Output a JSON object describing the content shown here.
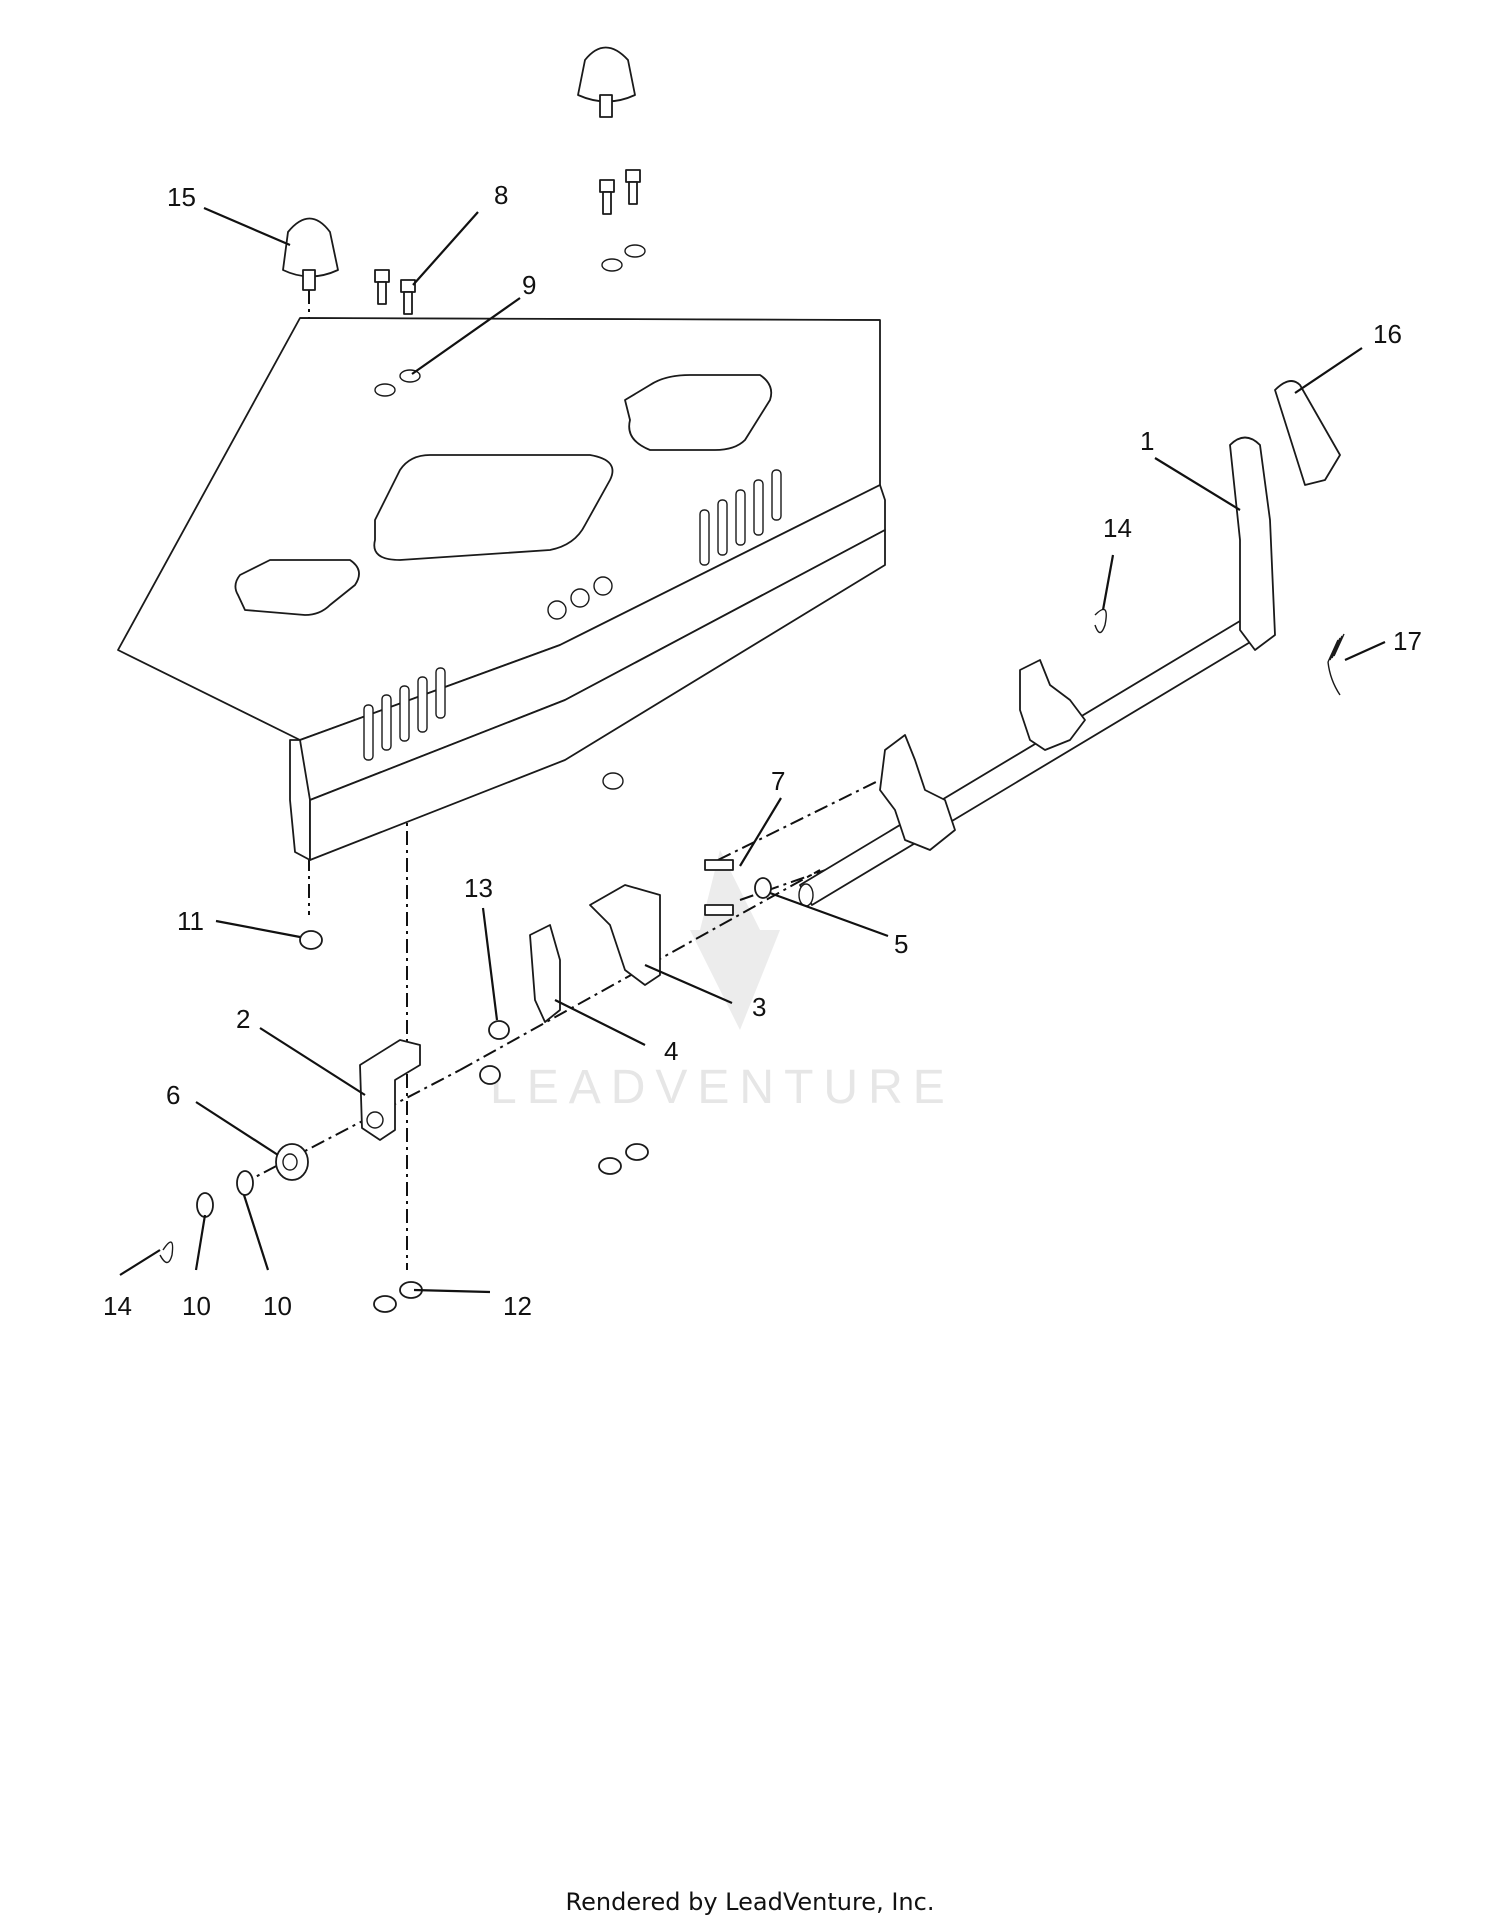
{
  "callouts": [
    {
      "id": "c1",
      "label": "1"
    },
    {
      "id": "c2",
      "label": "2"
    },
    {
      "id": "c3",
      "label": "3"
    },
    {
      "id": "c4",
      "label": "4"
    },
    {
      "id": "c5",
      "label": "5"
    },
    {
      "id": "c6",
      "label": "6"
    },
    {
      "id": "c7",
      "label": "7"
    },
    {
      "id": "c8",
      "label": "8"
    },
    {
      "id": "c9",
      "label": "9"
    },
    {
      "id": "c10a",
      "label": "10"
    },
    {
      "id": "c10b",
      "label": "10"
    },
    {
      "id": "c11",
      "label": "11"
    },
    {
      "id": "c12",
      "label": "12"
    },
    {
      "id": "c13",
      "label": "13"
    },
    {
      "id": "c14a",
      "label": "14"
    },
    {
      "id": "c14b",
      "label": "14"
    },
    {
      "id": "c15",
      "label": "15"
    },
    {
      "id": "c16",
      "label": "16"
    },
    {
      "id": "c17",
      "label": "17"
    }
  ],
  "watermark": {
    "text": "LEADVENTURE"
  },
  "footer": {
    "text": "Rendered by LeadVenture, Inc."
  }
}
